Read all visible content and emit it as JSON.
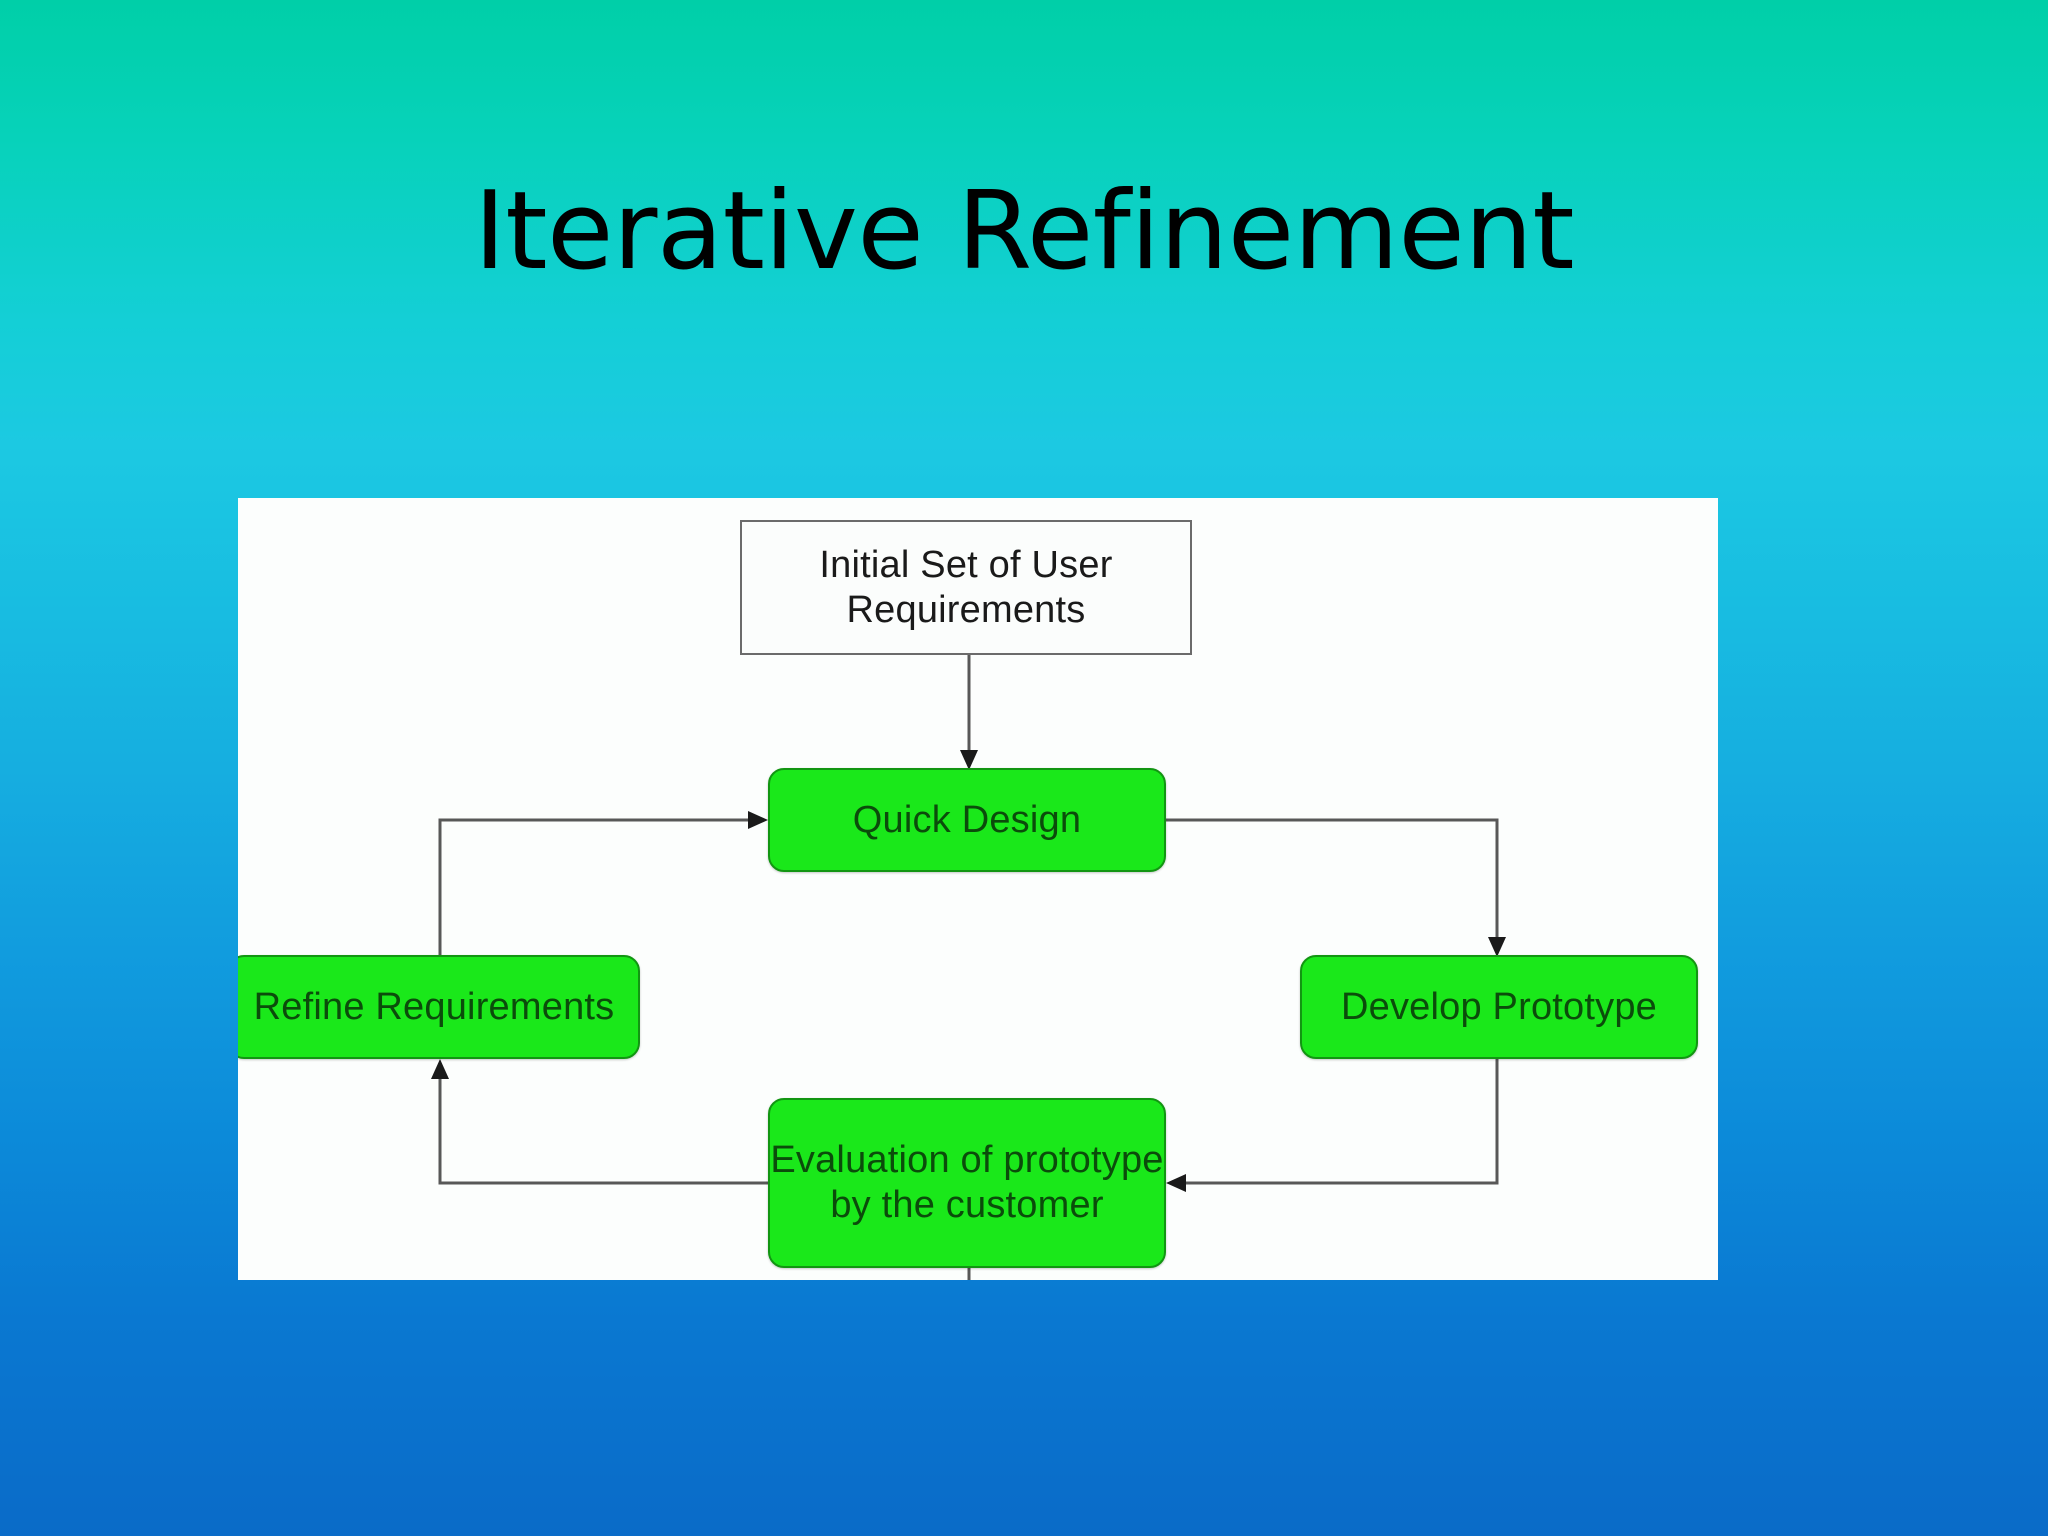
{
  "slide": {
    "title": "Iterative Refinement",
    "background": {
      "gradient_from": "#00CFA8",
      "gradient_mid": "#16AEE0",
      "gradient_to": "#0A6BC8"
    }
  },
  "diagram": {
    "type": "flowchart",
    "panel_background": "#FCFEFD",
    "node_fill": "#1AE81A",
    "node_border": "#129612",
    "connector_color": "#585858",
    "nodes": [
      {
        "id": "initial",
        "label": "Initial Set of User Requirements",
        "shape": "rectangle",
        "fill": "#FBFDFC"
      },
      {
        "id": "quick-design",
        "label": "Quick Design",
        "shape": "rounded-rectangle",
        "fill": "#1AE81A"
      },
      {
        "id": "refine-requirements",
        "label": "Refine Requirements",
        "shape": "rounded-rectangle",
        "fill": "#1AE81A"
      },
      {
        "id": "develop-prototype",
        "label": "Develop Prototype",
        "shape": "rounded-rectangle",
        "fill": "#1AE81A"
      },
      {
        "id": "evaluate-prototype",
        "label": "Evaluation of prototype by the customer",
        "shape": "rounded-rectangle",
        "fill": "#1AE81A"
      }
    ],
    "edges": [
      {
        "from": "initial",
        "to": "quick-design",
        "direction": "down",
        "arrow": true
      },
      {
        "from": "quick-design",
        "to": "develop-prototype",
        "direction": "right-then-down",
        "arrow": true
      },
      {
        "from": "develop-prototype",
        "to": "evaluate-prototype",
        "direction": "down-then-left",
        "arrow": true
      },
      {
        "from": "evaluate-prototype",
        "to": "refine-requirements",
        "direction": "left-then-up",
        "arrow": true
      },
      {
        "from": "refine-requirements",
        "to": "quick-design",
        "direction": "up-then-right",
        "arrow": true
      },
      {
        "from": "evaluate-prototype",
        "to": "",
        "direction": "down",
        "arrow": false
      }
    ]
  }
}
